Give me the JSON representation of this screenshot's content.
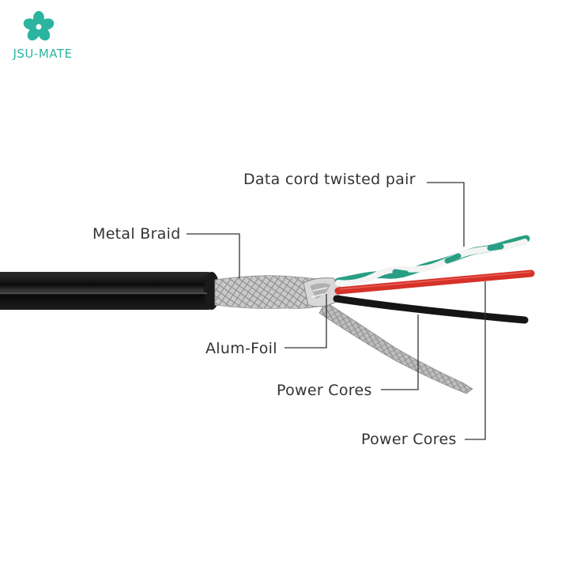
{
  "logo": {
    "text": "JSU-MATE",
    "color": "#2bb5a0",
    "icon": "flower-icon"
  },
  "labels": {
    "data_cord": "Data cord twisted pair",
    "metal_braid": "Metal Braid",
    "alum_foil": "Alum-Foil",
    "power_cores_1": "Power Cores",
    "power_cores_2": "Power Cores"
  },
  "colors": {
    "jacket": "#141414",
    "braid": "#b7b7b7",
    "wire_green": "#2a9e84",
    "wire_white": "#f4f4f4",
    "wire_red": "#d5322a",
    "wire_black": "#151515",
    "leader": "#333333"
  }
}
